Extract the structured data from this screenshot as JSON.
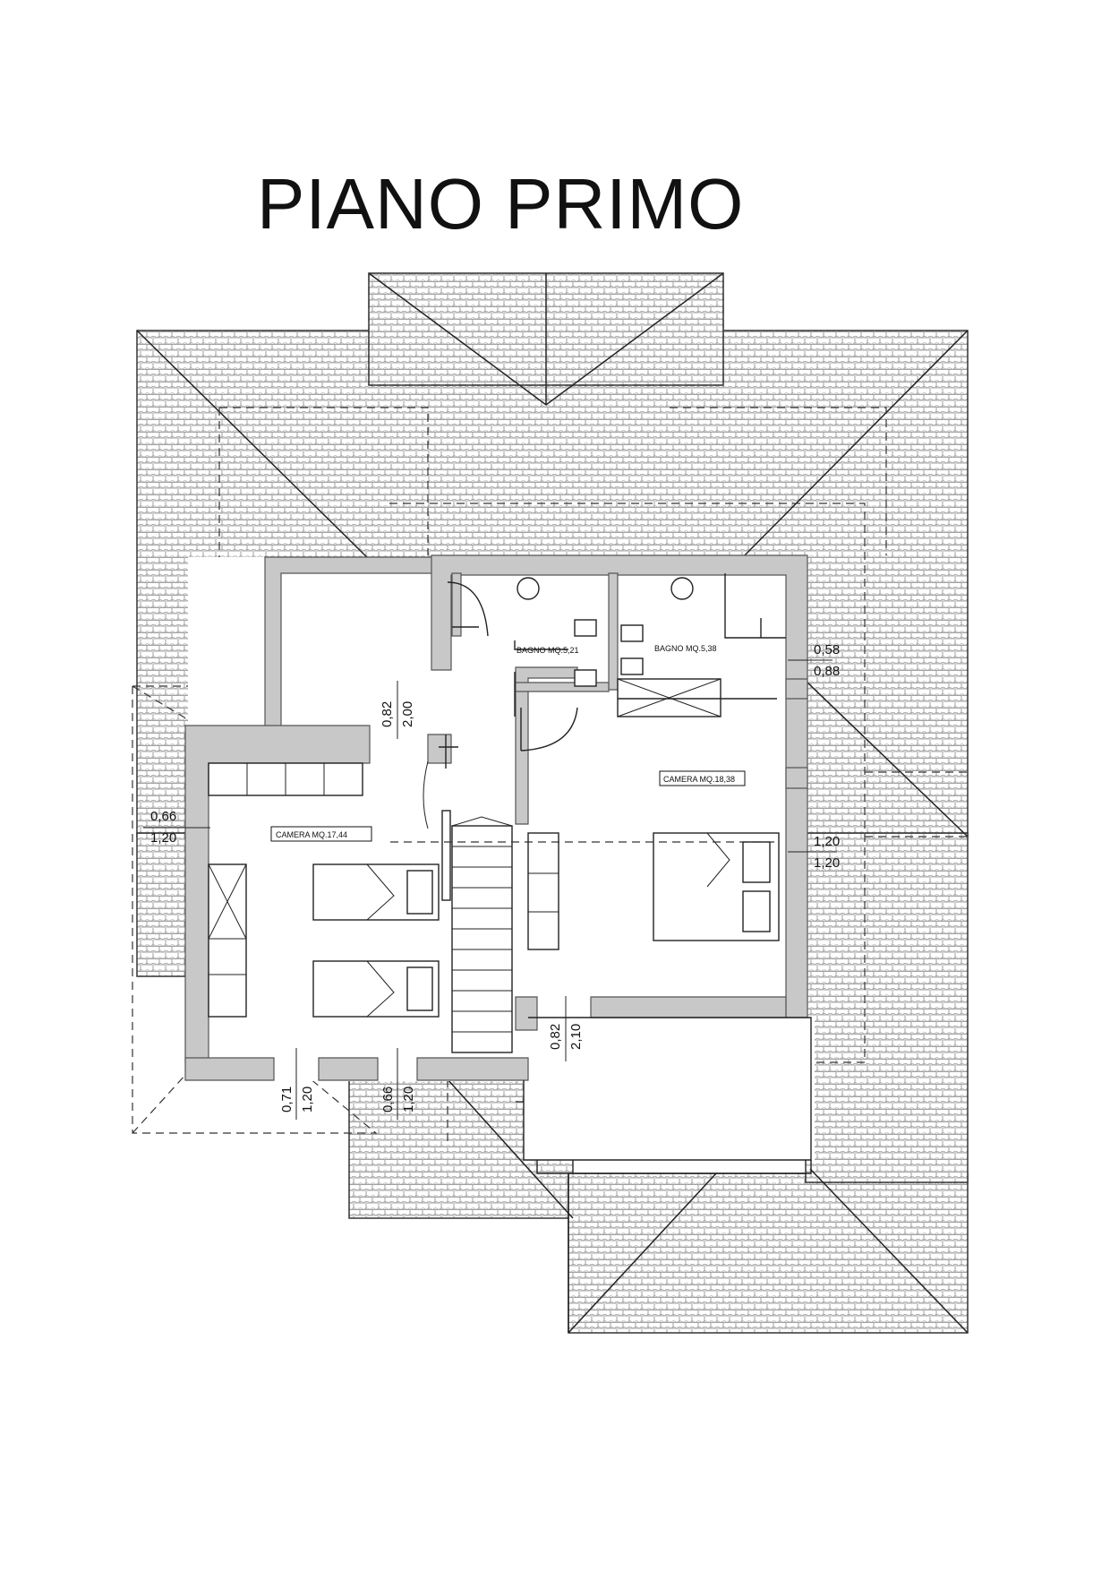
{
  "title": "PIANO PRIMO",
  "rooms": {
    "bagno1": "BAGNO MQ.5,21",
    "bagno2": "BAGNO MQ.5,38",
    "camera1": "CAMERA MQ.18,38",
    "camera2": "CAMERA  MQ.17,44"
  },
  "dimensions": {
    "right_top_a": "0,58",
    "right_top_b": "0,88",
    "right_mid_a": "1,20",
    "right_mid_b": "1,20",
    "left_a": "0,66",
    "left_b": "1,20",
    "center_top_a": "0,82",
    "center_top_b": "2,00",
    "center_bottom_a": "0,82",
    "center_bottom_b": "2,10",
    "bottom1_a": "0,71",
    "bottom1_b": "1,20",
    "bottom2_a": "0,66",
    "bottom2_b": "1,20"
  }
}
